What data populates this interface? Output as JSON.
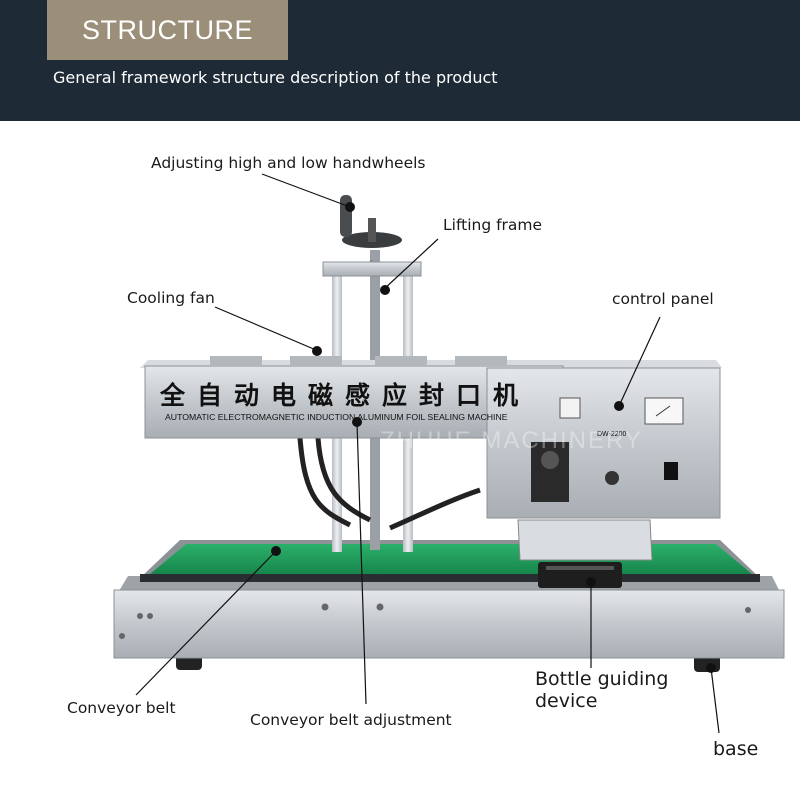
{
  "header": {
    "badge": "STRUCTURE",
    "subtitle": "General framework structure description of the product"
  },
  "machine": {
    "chinese_title": "全自动电磁感应封口机",
    "english_title": "AUTOMATIC ELECTROMAGNETIC INDUCTION ALUMINUM FOIL SEALING MACHINE",
    "model": "DW-2200",
    "watermark": "ZHUHE MACHINERY"
  },
  "labels": {
    "handwheels": "Adjusting high and low handwheels",
    "lifting_frame": "Lifting frame",
    "cooling_fan": "Cooling fan",
    "control_panel": "control panel",
    "conveyor_belt": "Conveyor belt",
    "belt_adjustment": "Conveyor belt adjustment",
    "bottle_guiding": "Bottle guiding device",
    "base": "base"
  },
  "colors": {
    "header_bg": "#1e2a36",
    "badge_bg": "#9b8f7a",
    "belt_green": "#1f9a5a",
    "steel": "#c9cdd2"
  }
}
